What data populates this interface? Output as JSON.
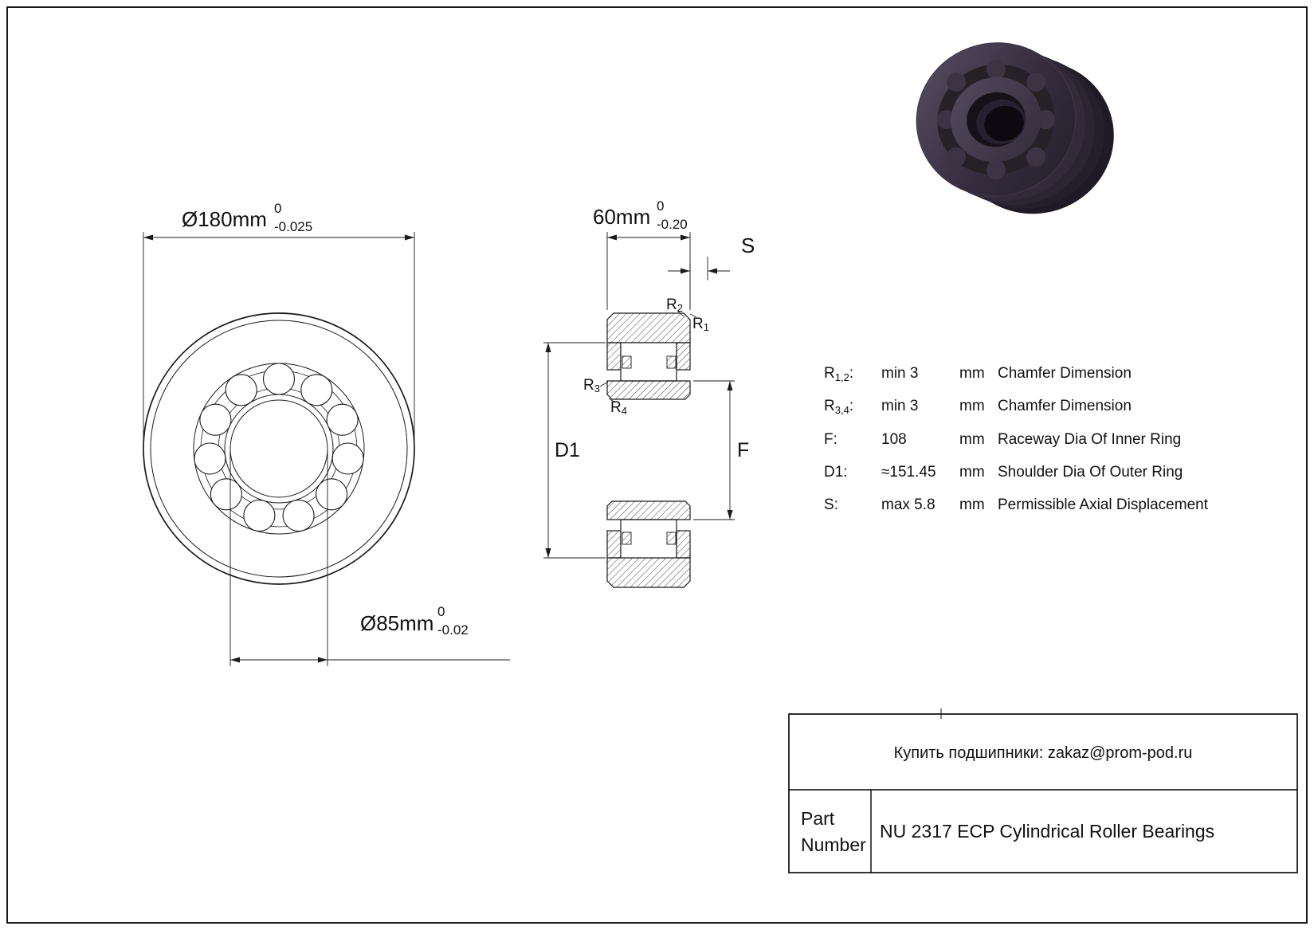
{
  "page": {
    "background": "#ffffff",
    "border_color": "#000000"
  },
  "colors": {
    "line": "#1a1a1a",
    "bearing_dark": "#1f1a25",
    "bearing_mid": "#332b3c",
    "bearing_light": "#584d63",
    "bearing_bore": "#0c0a10"
  },
  "front_view": {
    "outer_dim": {
      "value": "Ø180mm",
      "tol_top": "0",
      "tol_bottom": "-0.025"
    },
    "bore_dim": {
      "value": "Ø85mm",
      "tol_top": "0",
      "tol_bottom": "-0.02"
    }
  },
  "section_view": {
    "width_dim": {
      "value": "60mm",
      "tol_top": "0",
      "tol_bottom": "-0.20"
    },
    "s_label": "S",
    "d1_label": "D1",
    "f_label": "F",
    "r1": {
      "base": "R",
      "sub": "1"
    },
    "r2": {
      "base": "R",
      "sub": "2"
    },
    "r3": {
      "base": "R",
      "sub": "3"
    },
    "r4": {
      "base": "R",
      "sub": "4"
    }
  },
  "spec_table": {
    "rows": [
      {
        "param": "R",
        "sub": "1,2",
        "colon": ":",
        "value": "min 3",
        "unit": "mm",
        "desc": "Chamfer Dimension"
      },
      {
        "param": "R",
        "sub": "3,4",
        "colon": ":",
        "value": "min 3",
        "unit": "mm",
        "desc": "Chamfer Dimension"
      },
      {
        "param": "F",
        "sub": "",
        "colon": ":",
        "value": "108",
        "unit": "mm",
        "desc": "Raceway Dia Of Inner Ring"
      },
      {
        "param": "D1",
        "sub": "",
        "colon": ":",
        "value": "≈151.45",
        "unit": "mm",
        "desc": "Shoulder Dia Of Outer Ring"
      },
      {
        "param": "S",
        "sub": "",
        "colon": ":",
        "value": "max 5.8",
        "unit": "mm",
        "desc": "Permissible Axial Displacement"
      }
    ]
  },
  "title_block": {
    "contact": "Купить подшипники: zakaz@prom-pod.ru",
    "part_label_line1": "Part",
    "part_label_line2": "Number",
    "part_value": "NU 2317 ECP Cylindrical Roller Bearings"
  }
}
